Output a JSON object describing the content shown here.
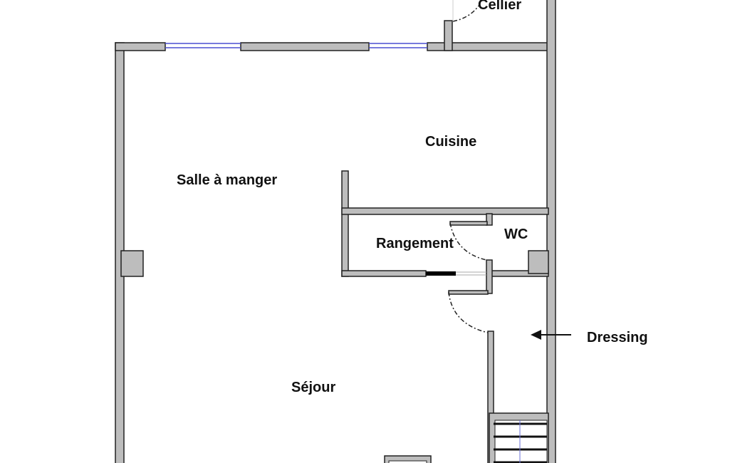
{
  "rooms": {
    "cellier": "Cellier",
    "cuisine": "Cuisine",
    "salle_a_manger": "Salle à manger",
    "rangement": "Rangement",
    "wc": "WC",
    "dressing": "Dressing",
    "sejour": "Séjour"
  },
  "colors": {
    "wall": "#bdbdbd",
    "outline": "#222222",
    "window": "#4a4fd0"
  }
}
